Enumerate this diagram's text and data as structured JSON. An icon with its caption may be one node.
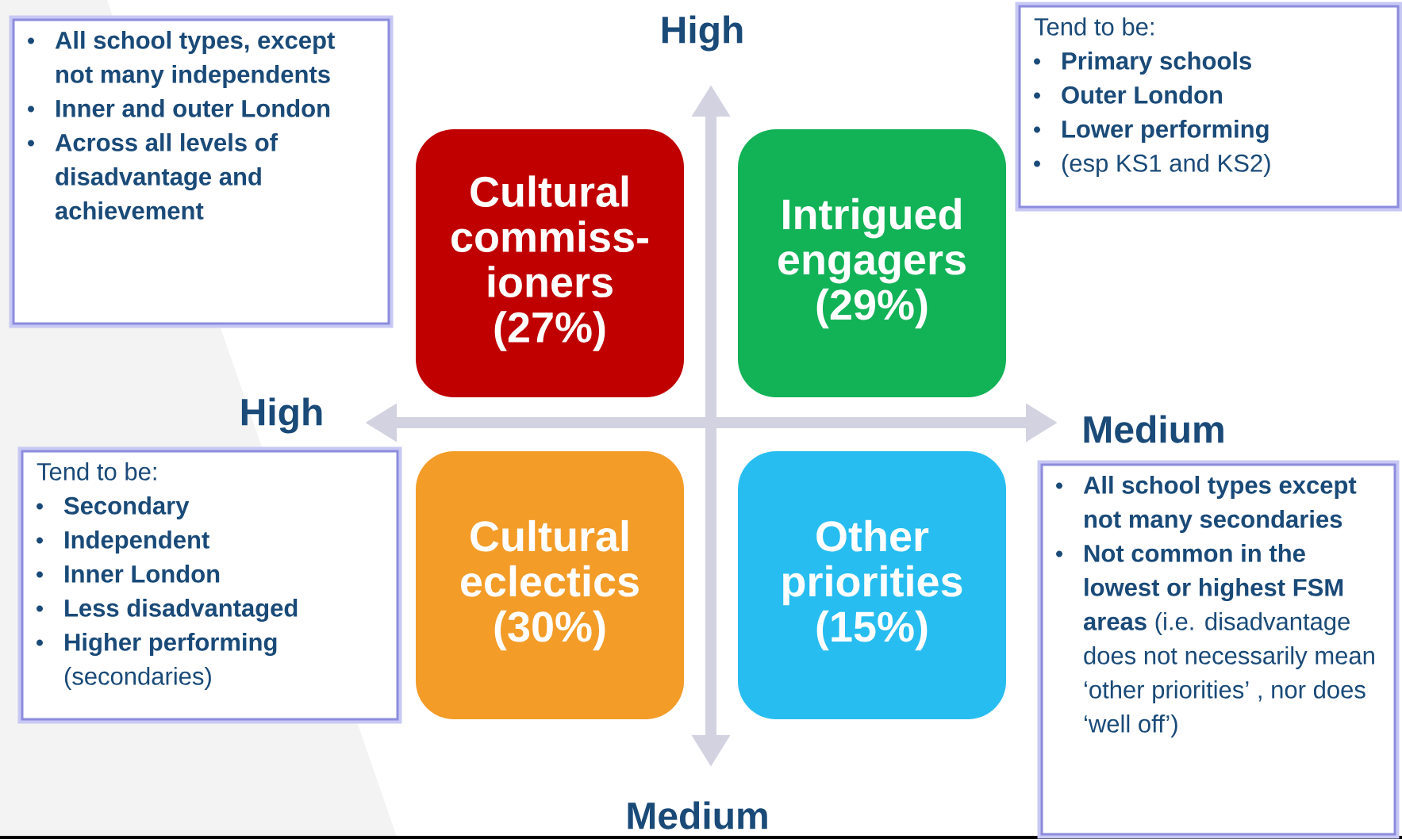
{
  "diagram": {
    "nodes": [
      {
        "text": [
          "All school types, except not many independents",
          "Inner and outer London",
          "Across all levels of disadvantage and achievement"
        ]
      },
      {
        "text": [
          "Tend to be:",
          "Primary schools",
          "Outer London",
          "Lower performing",
          "(esp KS1 and KS2)"
        ]
      },
      {
        "text": [
          "Cultural commiss- ioners (27%)"
        ]
      },
      {
        "text": [
          "Intrigued engagers (29%)"
        ]
      },
      {
        "text": [
          "Tend to be:",
          "Secondary",
          "Independent",
          "Inner London",
          "Less disadvantaged",
          "**Higher performing** (secondaries)"
        ]
      },
      {
        "text": [
          "Cultural eclectics (30%)"
        ]
      },
      {
        "text": [
          "Other priorities (15%)"
        ]
      },
      {
        "text": [
          "All school types except not many secondaries",
          "**Not common in the lowest or highest FSM areas** (i.e. disadvantage does not necessarily mean ‘other priorities’ , nor does ‘well off’)"
        ]
      }
    ],
    "labels": [
      "High",
      "High",
      "Medium",
      "Medium"
    ]
  }
}
